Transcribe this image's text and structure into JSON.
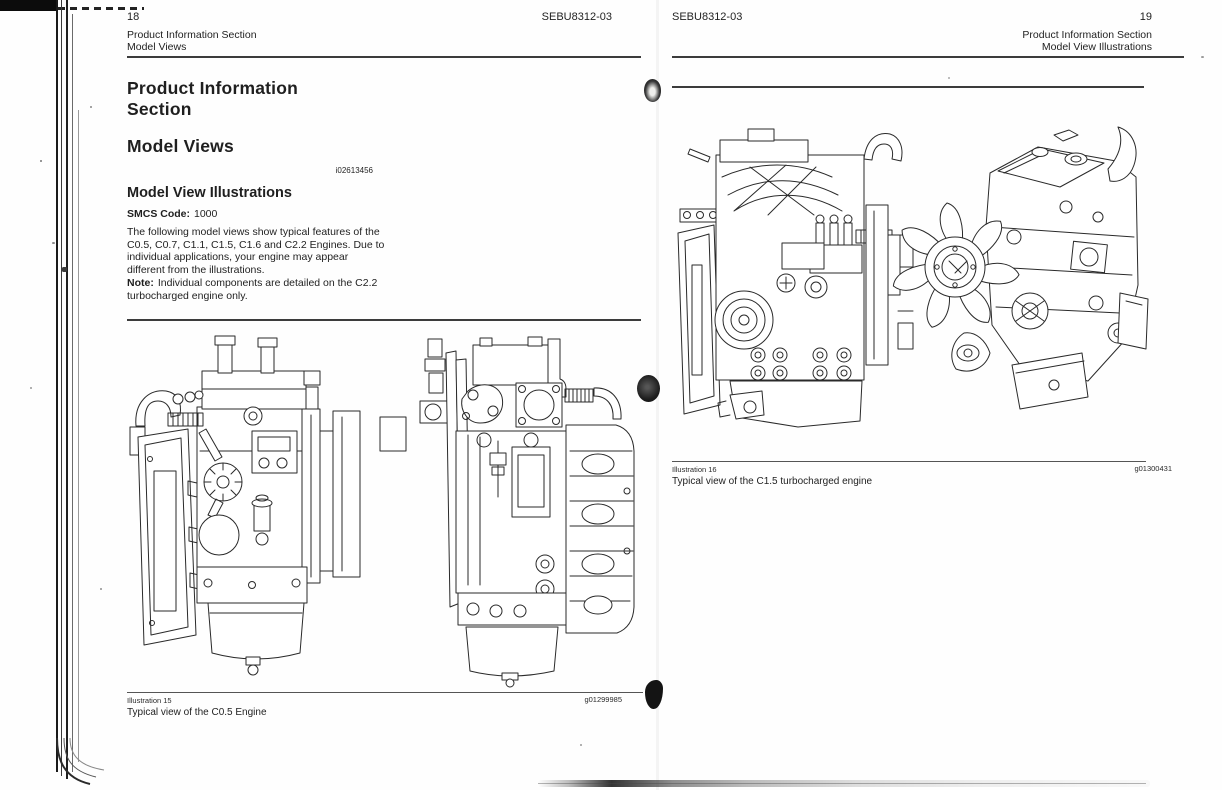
{
  "colors": {
    "ink": "#1f1f1f",
    "paper": "#fefefe"
  },
  "doc": {
    "left": {
      "page_number": "18",
      "doc_code": "SEBU8312-03",
      "running_header_line1": "Product Information Section",
      "running_header_line2": "Model Views",
      "section_heading": "Product Information Section",
      "chapter_heading": "Model Views",
      "article_code": "i02613456",
      "article_heading": "Model View Illustrations",
      "smcs_label": "SMCS Code:",
      "smcs_value": "1000",
      "intro_paragraph": "The following model views show typical features of the C0.5, C0.7, C1.1, C1.5, C1.6 and C2.2 Engines. Due to individual applications, your engine may appear different from the illustrations.",
      "note_label": "Note:",
      "note_text": "Individual components are detailed on the C2.2 turbocharged engine only.",
      "illustration_label": "Illustration 15",
      "illustration_code": "g01299985",
      "illustration_caption": "Typical view of the C0.5 Engine"
    },
    "right": {
      "doc_code": "SEBU8312-03",
      "page_number": "19",
      "running_header_line1": "Product Information Section",
      "running_header_line2": "Model View Illustrations",
      "illustration_label": "Illustration 16",
      "illustration_code": "g01300431",
      "illustration_caption": "Typical view of the C1.5 turbocharged engine"
    }
  }
}
